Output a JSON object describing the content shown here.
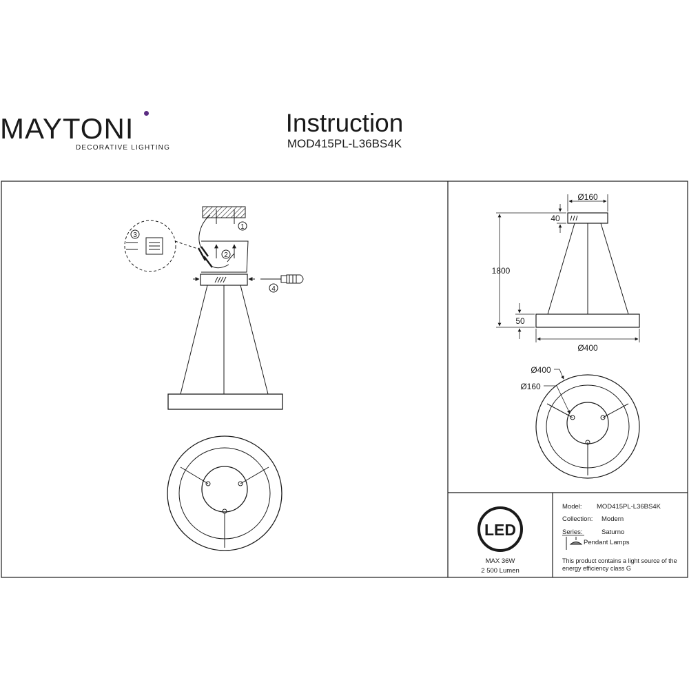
{
  "header": {
    "brand_name": "MAYTONI",
    "brand_subtitle": "DECORATIVE LIGHTING",
    "title": "Instruction",
    "model_code": "MOD415PL-L36BS4K"
  },
  "assembly": {
    "step1": "1",
    "step2": "2",
    "step3": "3",
    "step4": "4"
  },
  "dimensions": {
    "canopy_diameter": "Ø160",
    "canopy_height": "40",
    "total_height": "1800",
    "ring_height": "50",
    "ring_diameter": "Ø400",
    "top_outer_diameter": "Ø400",
    "top_inner_diameter": "Ø160"
  },
  "led": {
    "badge": "LED",
    "power": "MAX 36W",
    "lumen": "2 500 Lumen"
  },
  "info": {
    "model_label": "Model:",
    "model_value": "MOD415PL-L36BS4K",
    "collection_label": "Collection:",
    "collection_value": "Modern",
    "series_label": "Series:",
    "series_value": "Saturno",
    "type_value": "Pendant Lamps",
    "energy_line1": "This product contains a light source of the",
    "energy_line2": "energy efficiency class G"
  },
  "colors": {
    "ink": "#1a1a1a",
    "brand_accent": "#5b2d82"
  }
}
